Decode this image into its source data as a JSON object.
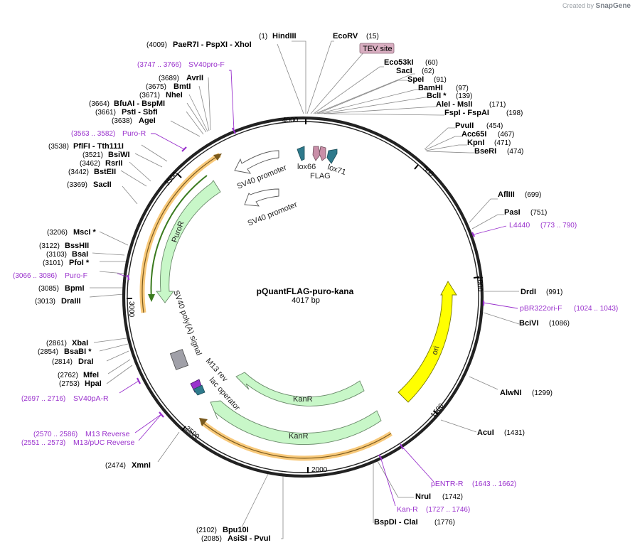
{
  "watermark": {
    "prefix": "Created by",
    "brand": "SnapGene"
  },
  "plasmid": {
    "name": "pQuantFLAG-puro-kana",
    "length_label": "4017 bp",
    "length": 4017
  },
  "ticks": [
    "500",
    "1000",
    "1500",
    "2000",
    "2500",
    "3000",
    "3500",
    "4000"
  ],
  "right_labels": [
    {
      "pos": "(15)",
      "name": "EcoRV"
    },
    {
      "pos": "(60)",
      "name": "Eco53kI"
    },
    {
      "pos": "(62)",
      "name": "SacI"
    },
    {
      "pos": "(91)",
      "name": "SpeI"
    },
    {
      "pos": "(97)",
      "name": "BamHI"
    },
    {
      "pos": "(139)",
      "name": "BclI *"
    },
    {
      "pos": "(171)",
      "name": "AleI - MslI"
    },
    {
      "pos": "(198)",
      "name": "FspI - FspAI"
    },
    {
      "pos": "(454)",
      "name": "PvuII"
    },
    {
      "pos": "(467)",
      "name": "Acc65I"
    },
    {
      "pos": "(471)",
      "name": "KpnI"
    },
    {
      "pos": "(474)",
      "name": "BseRI"
    },
    {
      "pos": "(699)",
      "name": "AflIII"
    },
    {
      "pos": "(751)",
      "name": "PasI"
    },
    {
      "pos": "(991)",
      "name": "DrdI"
    },
    {
      "pos": "(1086)",
      "name": "BciVI"
    },
    {
      "pos": "(1299)",
      "name": "AlwNI"
    },
    {
      "pos": "(1431)",
      "name": "AcuI"
    },
    {
      "pos": "(1742)",
      "name": "NruI"
    },
    {
      "pos": "(1776)",
      "name": "BspDI - ClaI"
    }
  ],
  "left_labels": [
    {
      "pos": "(1)",
      "name": "HindIII"
    },
    {
      "pos": "(4009)",
      "name": "PaeR7I - PspXI - XhoI"
    },
    {
      "pos": "(3689)",
      "name": "AvrII"
    },
    {
      "pos": "(3675)",
      "name": "BmtI"
    },
    {
      "pos": "(3671)",
      "name": "NheI"
    },
    {
      "pos": "(3664)",
      "name": "BfuAI - BspMI"
    },
    {
      "pos": "(3661)",
      "name": "PstI - SbfI"
    },
    {
      "pos": "(3638)",
      "name": "AgeI"
    },
    {
      "pos": "(3538)",
      "name": "PflFI - Tth111I"
    },
    {
      "pos": "(3521)",
      "name": "BsiWI"
    },
    {
      "pos": "(3462)",
      "name": "RsrII"
    },
    {
      "pos": "(3442)",
      "name": "BstEII"
    },
    {
      "pos": "(3369)",
      "name": "SacII"
    },
    {
      "pos": "(3206)",
      "name": "MscI *"
    },
    {
      "pos": "(3122)",
      "name": "BssHII"
    },
    {
      "pos": "(3103)",
      "name": "BsaI"
    },
    {
      "pos": "(3101)",
      "name": "PfoI *"
    },
    {
      "pos": "(3085)",
      "name": "BpmI"
    },
    {
      "pos": "(3013)",
      "name": "DraIII"
    },
    {
      "pos": "(2861)",
      "name": "XbaI"
    },
    {
      "pos": "(2854)",
      "name": "BsaBI *"
    },
    {
      "pos": "(2814)",
      "name": "DraI"
    },
    {
      "pos": "(2762)",
      "name": "MfeI"
    },
    {
      "pos": "(2753)",
      "name": "HpaI"
    },
    {
      "pos": "(2474)",
      "name": "XmnI"
    },
    {
      "pos": "(2102)",
      "name": "Bpu10I"
    },
    {
      "pos": "(2085)",
      "name": "AsiSI - PvuI"
    }
  ],
  "primers": [
    {
      "range": "(3747 .. 3766)",
      "name": "SV40pro-F"
    },
    {
      "range": "(3563 .. 3582)",
      "name": "Puro-R"
    },
    {
      "range": "(773 .. 790)",
      "name": "L4440"
    },
    {
      "range": "(1024 .. 1043)",
      "name": "pBR322ori-F"
    },
    {
      "range": "(3066 .. 3086)",
      "name": "Puro-F"
    },
    {
      "range": "(2697 .. 2716)",
      "name": "SV40pA-R"
    },
    {
      "range": "(2570 .. 2586)",
      "name": "M13 Reverse"
    },
    {
      "range": "(2551 .. 2573)",
      "name": "M13/pUC Reverse"
    },
    {
      "range": "(1643 .. 1662)",
      "name": "pENTR-R"
    },
    {
      "range": "(1727 .. 1746)",
      "name": "Kan-R"
    }
  ],
  "features": {
    "tev": "TEV site",
    "lox66": "lox66",
    "flag": "FLAG",
    "lox71": "lox71",
    "sv40_promoter_1": "SV40 promoter",
    "sv40_promoter_2": "SV40 promoter",
    "puror": "PuroR",
    "sv40_polya": "SV40 poly(A) signal",
    "m13_rev": "M13 rev",
    "lac_operator": "lac operator",
    "kanr_1": "KanR",
    "kanr_2": "KanR",
    "ori": "ori"
  },
  "colors": {
    "backbone": "#222222",
    "primer": "#9a32cd",
    "promoter_fill": "#ffffff",
    "marker_fill": "#c8f7c8",
    "ori_fill": "#ffff00",
    "orf_highlight": "#f8c97a",
    "orf_line": "#3a7a1e",
    "tev_fill": "#d9aec1",
    "lox_fill": "#2e7a8c",
    "flag_fill": "#c98fa8",
    "polya_fill": "#a0a0a8"
  }
}
